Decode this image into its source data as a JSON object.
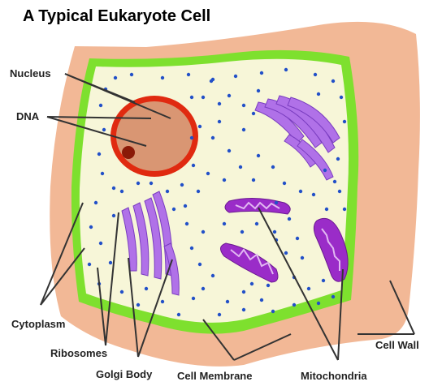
{
  "title": "A Typical Eukaryote Cell",
  "labels": {
    "nucleus": "Nucleus",
    "dna": "DNA",
    "cytoplasm": "Cytoplasm",
    "ribosomes": "Ribosomes",
    "golgi_body": "Golgi Body",
    "cell_membrane": "Cell Membrane",
    "mitochondria": "Mitochondria",
    "cell_wall": "Cell Wall"
  },
  "colors": {
    "cell_wall": "#f2b896",
    "cell_membrane": "#7ee02e",
    "cytoplasm": "#f7f6d8",
    "nucleus_envelope": "#e02a10",
    "nucleus_fill": "#d99673",
    "nucleolus": "#8a1a08",
    "ribosome": "#2250c8",
    "golgi": "#b071e8",
    "mitochondria_outer": "#9a2cc8",
    "mitochondria_inner": "#e2b8f2",
    "leader_line": "#333333"
  }
}
